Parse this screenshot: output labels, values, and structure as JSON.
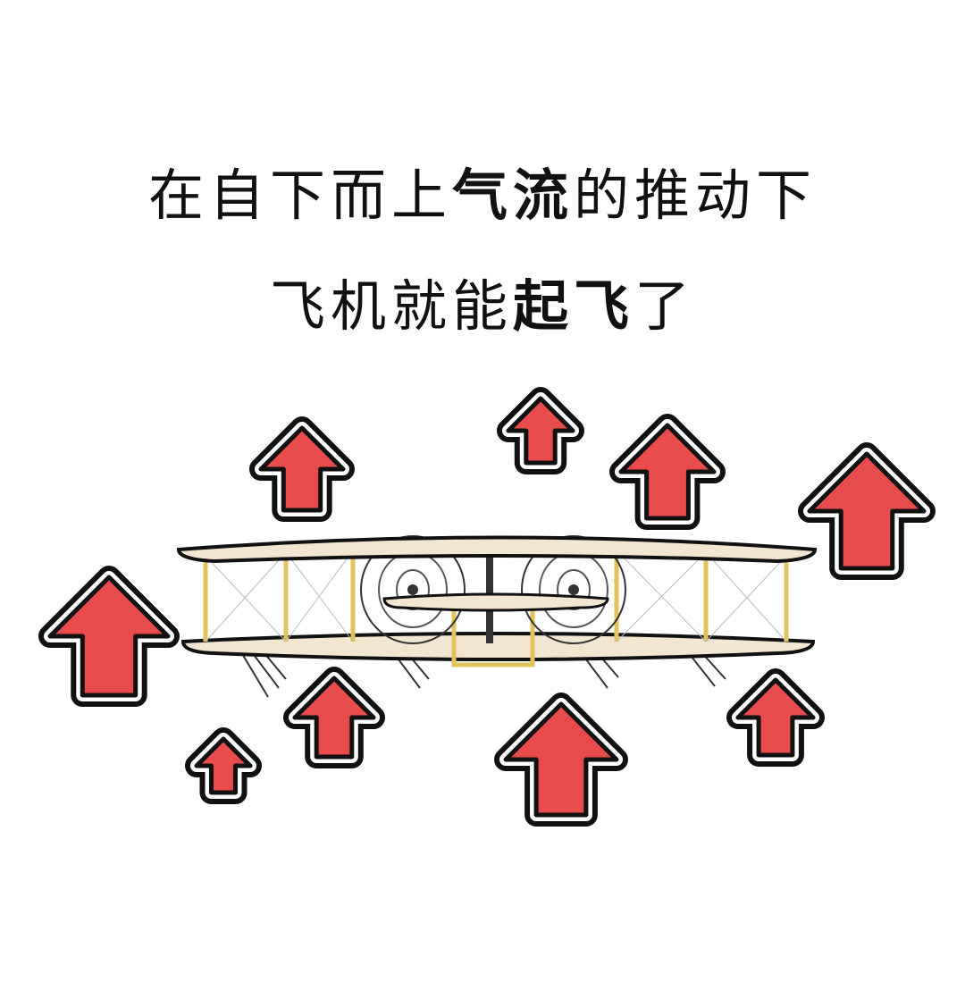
{
  "caption": {
    "line1": [
      {
        "text": "在自下而上",
        "bold": false
      },
      {
        "text": "气流",
        "bold": true
      },
      {
        "text": "的推动下",
        "bold": false
      }
    ],
    "line2": [
      {
        "text": "飞机就能",
        "bold": false
      },
      {
        "text": "起飞",
        "bold": true
      },
      {
        "text": "了",
        "bold": false
      }
    ]
  },
  "colors": {
    "arrow_fill": "#e84b4b",
    "arrow_outline": "#111111",
    "wing_fill": "#f2e6d0",
    "strut": "#e2c25a",
    "propeller": "#333333"
  },
  "icons": {
    "arrow": "up-arrow-icon",
    "plane": "biplane-icon"
  }
}
